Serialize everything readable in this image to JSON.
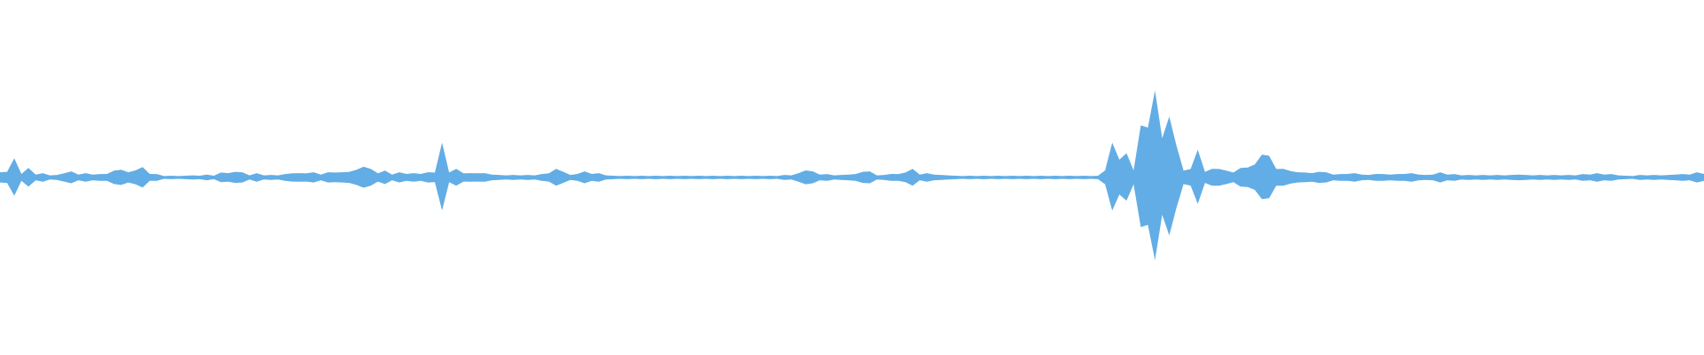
{
  "waveform": {
    "color": "#62ADE5",
    "amplitude": [
      0.06,
      0.08,
      0.22,
      0.05,
      0.11,
      0.04,
      0.05,
      0.03,
      0.03,
      0.06,
      0.07,
      0.04,
      0.05,
      0.04,
      0.04,
      0.05,
      0.08,
      0.11,
      0.06,
      0.1,
      0.12,
      0.05,
      0.04,
      0.02,
      0.02,
      0.02,
      0.02,
      0.03,
      0.02,
      0.04,
      0.02,
      0.07,
      0.05,
      0.08,
      0.06,
      0.03,
      0.05,
      0.03,
      0.03,
      0.03,
      0.04,
      0.06,
      0.05,
      0.06,
      0.06,
      0.04,
      0.06,
      0.07,
      0.06,
      0.08,
      0.09,
      0.15,
      0.1,
      0.06,
      0.08,
      0.04,
      0.06,
      0.05,
      0.05,
      0.05,
      0.06,
      0.07,
      0.4,
      0.07,
      0.1,
      0.06,
      0.05,
      0.06,
      0.05,
      0.04,
      0.03,
      0.03,
      0.03,
      0.03,
      0.03,
      0.03,
      0.04,
      0.06,
      0.1,
      0.08,
      0.03,
      0.05,
      0.07,
      0.05,
      0.05,
      0.03,
      0.02,
      0.02,
      0.02,
      0.02,
      0.02,
      0.02,
      0.02,
      0.02,
      0.02,
      0.02,
      0.02,
      0.02,
      0.02,
      0.02,
      0.02,
      0.02,
      0.02,
      0.02,
      0.02,
      0.02,
      0.02,
      0.02,
      0.02,
      0.02,
      0.03,
      0.03,
      0.05,
      0.1,
      0.07,
      0.04,
      0.04,
      0.03,
      0.03,
      0.04,
      0.04,
      0.08,
      0.07,
      0.03,
      0.03,
      0.05,
      0.04,
      0.07,
      0.1,
      0.04,
      0.05,
      0.04,
      0.03,
      0.03,
      0.02,
      0.02,
      0.02,
      0.02,
      0.02,
      0.02,
      0.02,
      0.02,
      0.02,
      0.02,
      0.02,
      0.02,
      0.02,
      0.02,
      0.02,
      0.02,
      0.02,
      0.02,
      0.02,
      0.02,
      0.02,
      0.1,
      0.4,
      0.25,
      0.28,
      0.1,
      0.6,
      0.7,
      1.0,
      0.55,
      0.7,
      0.45,
      0.08,
      0.12,
      0.32,
      0.08,
      0.1,
      0.12,
      0.08,
      0.07,
      0.11,
      0.14,
      0.15,
      0.32,
      0.25,
      0.12,
      0.1,
      0.09,
      0.06,
      0.07,
      0.05,
      0.08,
      0.06,
      0.04,
      0.04,
      0.05,
      0.05,
      0.04,
      0.03,
      0.05,
      0.04,
      0.04,
      0.04,
      0.05,
      0.05,
      0.04,
      0.03,
      0.04,
      0.06,
      0.04,
      0.04,
      0.03,
      0.03,
      0.03,
      0.03,
      0.03,
      0.03,
      0.03,
      0.03,
      0.04,
      0.03,
      0.03,
      0.03,
      0.03,
      0.03,
      0.03,
      0.03,
      0.03,
      0.04,
      0.04,
      0.05,
      0.04,
      0.04,
      0.03,
      0.02,
      0.02,
      0.03,
      0.03,
      0.03,
      0.03,
      0.03,
      0.04,
      0.04,
      0.04,
      0.06,
      0.05
    ]
  }
}
